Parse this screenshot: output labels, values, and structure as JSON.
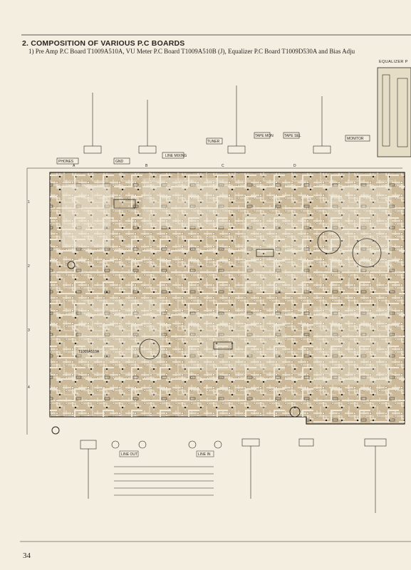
{
  "heading": "2. COMPOSITION OF VARIOUS P.C BOARDS",
  "subheading": "1) Pre Amp P.C Board T1009A510A, VU Meter P.C Board T1009A510B (J), Equalizer P.C Board T1009D530A and Bias Adju",
  "page_number": "34",
  "equalizer_label": "EQUALIZER P",
  "column_letters": [
    "A",
    "B",
    "C",
    "D"
  ],
  "row_numbers": [
    "1",
    "2",
    "3",
    "4"
  ],
  "top_labels": [
    "PHONES",
    "GND",
    "LINE MIXING",
    "TAPE MON",
    "TAPE SEL",
    "TUNER",
    "MONITOR"
  ],
  "bottom_labels": [
    "LINE OUT",
    "LINE IN"
  ],
  "board_label": "T1009A510A",
  "colors": {
    "paper": "#f3eedf",
    "board": "#cbb99a",
    "trace": "#efe8d6",
    "ink": "#2a2520"
  }
}
